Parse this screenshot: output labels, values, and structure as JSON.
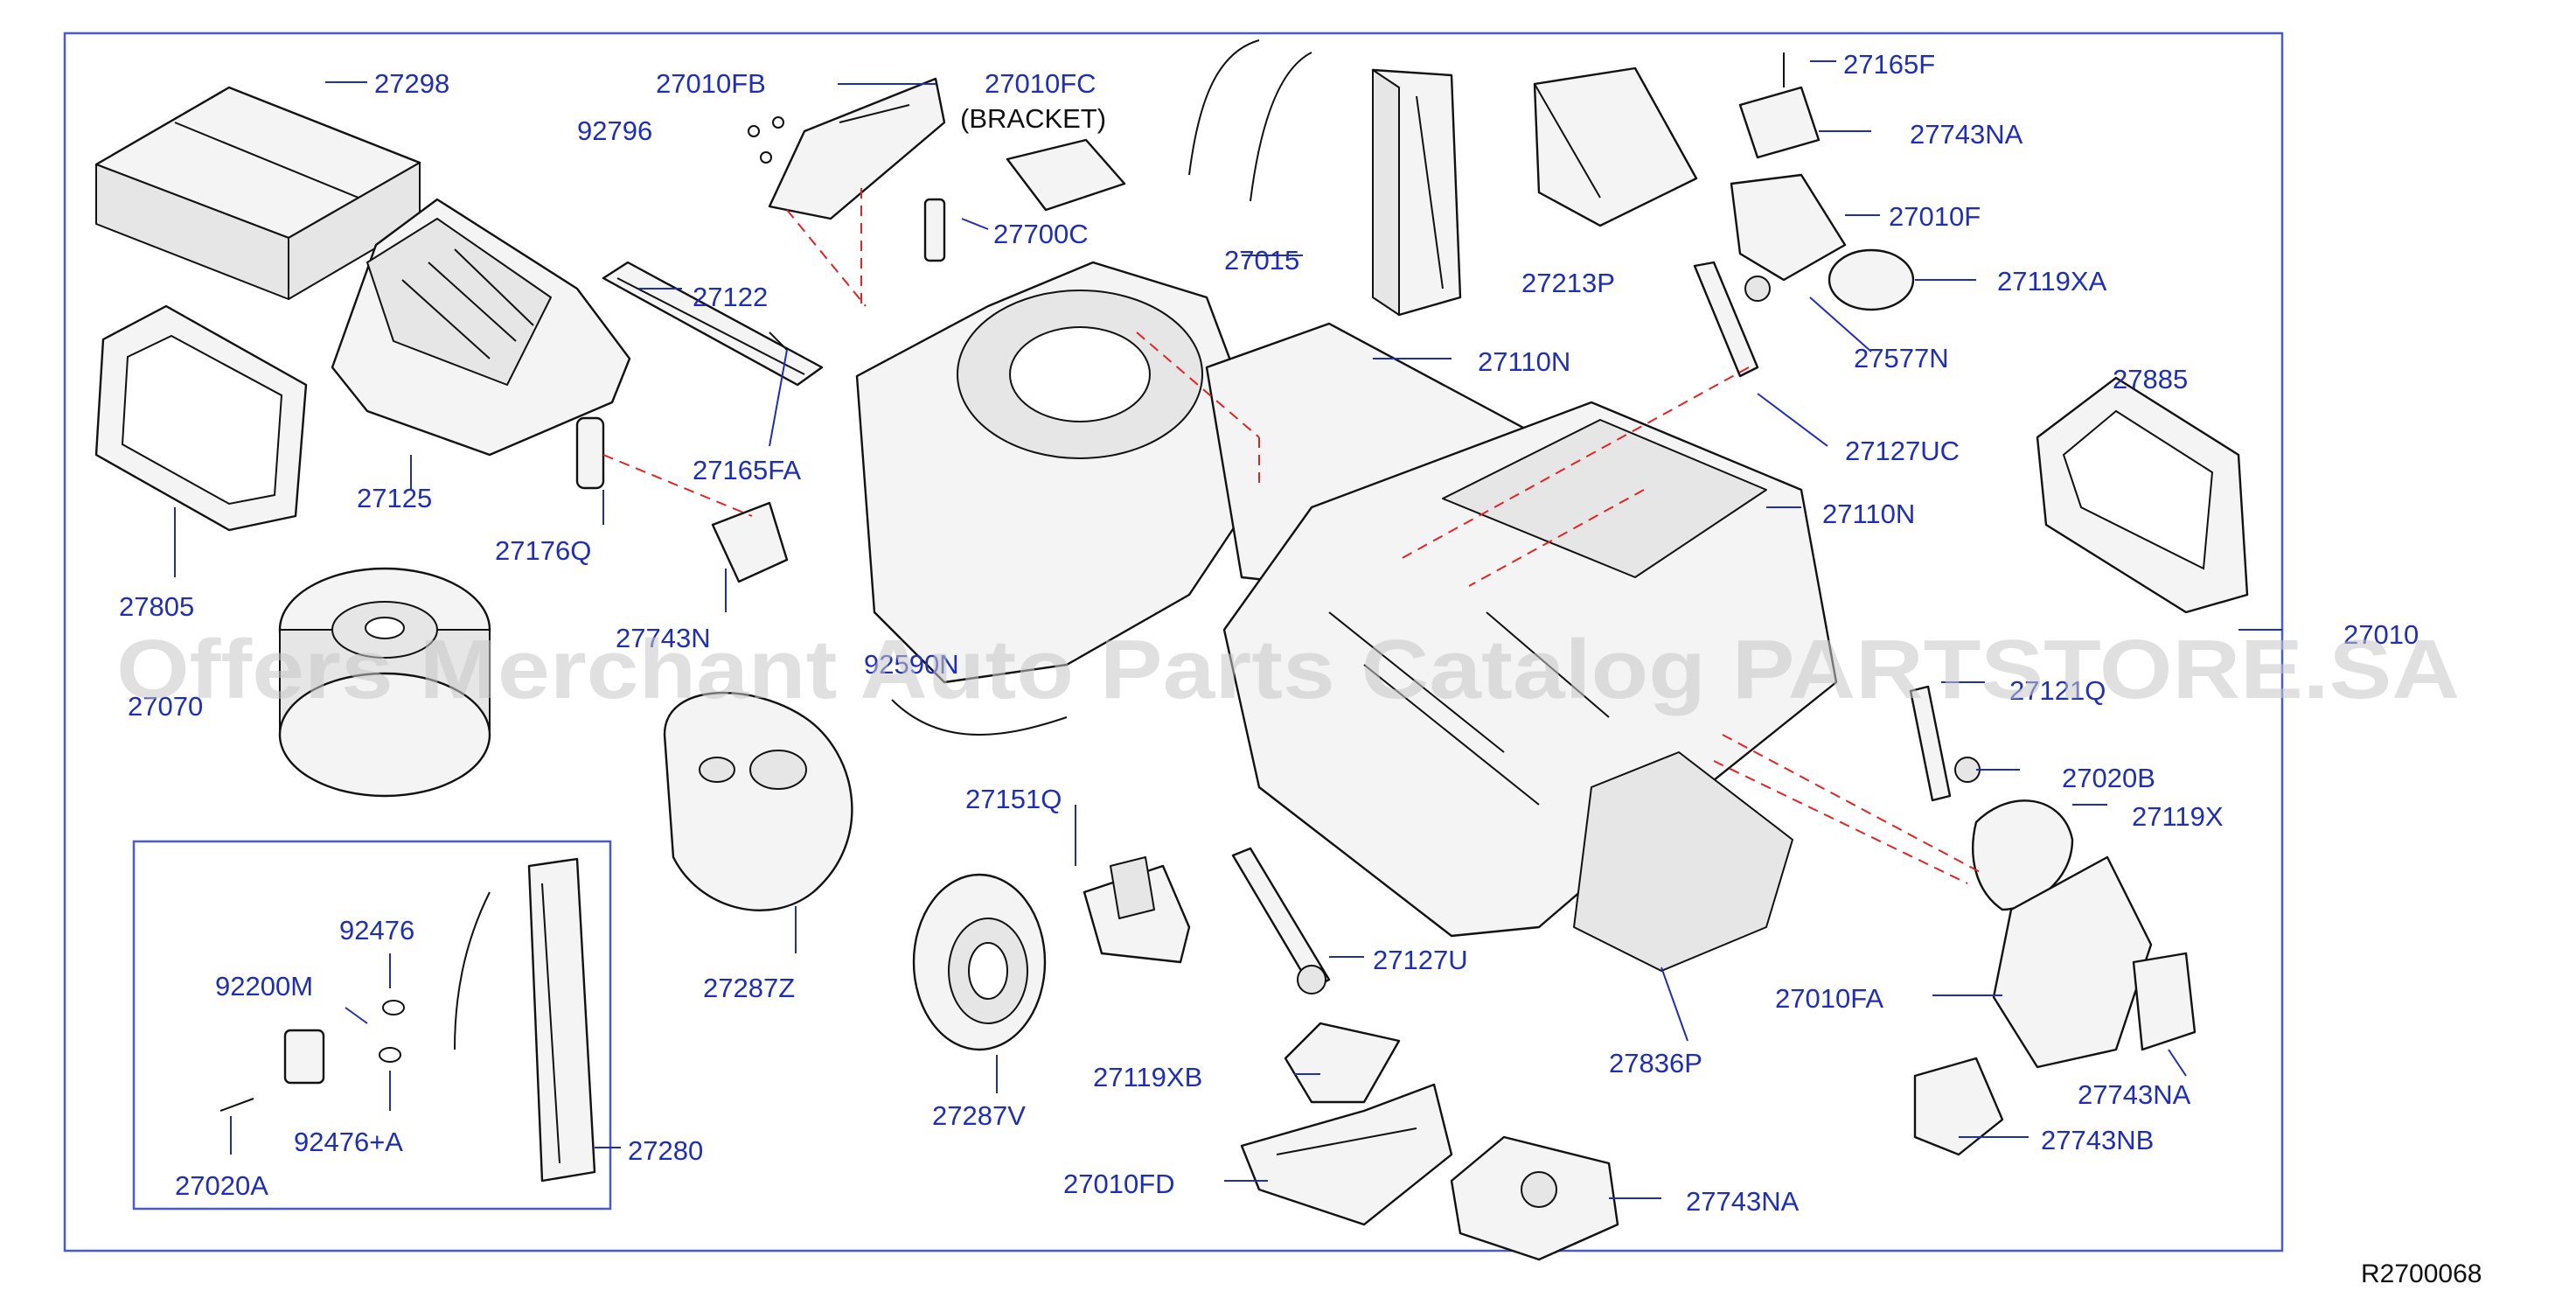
{
  "labels": {
    "p27298": "27298",
    "p27010FB": "27010FB",
    "p27010FC": "27010FC",
    "bracket": "(BRACKET)",
    "p92796": "92796",
    "p27700C": "27700C",
    "p27015": "27015",
    "p27165F": "27165F",
    "p27743NA_top": "27743NA",
    "p27010F": "27010F",
    "p27119XA": "27119XA",
    "p27213P": "27213P",
    "p27577N": "27577N",
    "p27110N_a": "27110N",
    "p27122": "27122",
    "p27165FA": "27165FA",
    "p27125": "27125",
    "p27805": "27805",
    "p27176Q": "27176Q",
    "p27885": "27885",
    "p27127UC": "27127UC",
    "p27110N_b": "27110N",
    "p27743N": "27743N",
    "p27070": "27070",
    "p92590N": "92590N",
    "p27010": "27010",
    "p27121Q": "27121Q",
    "p27020B": "27020B",
    "p27119X": "27119X",
    "p27151Q": "27151Q",
    "p92476": "92476",
    "p92200M": "92200M",
    "p92476A": "92476+A",
    "p27020A": "27020A",
    "p27280": "27280",
    "p27287Z": "27287Z",
    "p27127U": "27127U",
    "p27010FA": "27010FA",
    "p27287V": "27287V",
    "p27119XB": "27119XB",
    "p27836P": "27836P",
    "p27743NA_right": "27743NA",
    "p27743NB": "27743NB",
    "p27010FD": "27010FD",
    "p27743NA_bottom": "27743NA"
  },
  "reference_code": "R2700068",
  "watermark": "Offers Merchant Auto Parts Catalog PARTSTORE.SA",
  "colors": {
    "label": "#1f2fb5",
    "frame": "#4a5bd0",
    "dashed_line": "#e02424",
    "watermark": "#c8c8c8",
    "parts": "#111111"
  }
}
